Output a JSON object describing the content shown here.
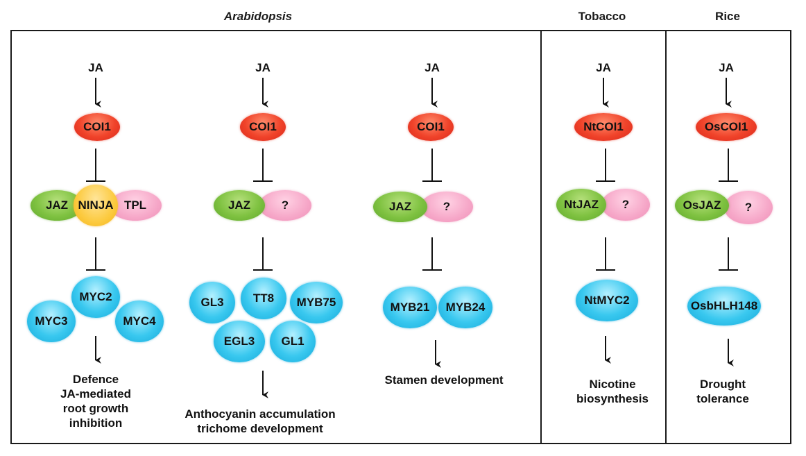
{
  "headers": {
    "arabidopsis": "Arabidopsis",
    "tobacco": "Tobacco",
    "rice": "Rice"
  },
  "columns": [
    {
      "ja": "JA",
      "receptor": "COI1",
      "repressor": [
        "JAZ",
        "NINJA",
        "TPL"
      ],
      "tfs": [
        "MYC2",
        "MYC3",
        "MYC4"
      ],
      "output": [
        "Defence",
        "JA-mediated",
        "root growth",
        "inhibition"
      ]
    },
    {
      "ja": "JA",
      "receptor": "COI1",
      "repressor": [
        "JAZ",
        "?"
      ],
      "tfs": [
        "GL3",
        "TT8",
        "MYB75",
        "EGL3",
        "GL1"
      ],
      "output": [
        "Anthocyanin accumulation",
        "trichome development"
      ]
    },
    {
      "ja": "JA",
      "receptor": "COI1",
      "repressor": [
        "JAZ",
        "?"
      ],
      "tfs": [
        "MYB21",
        "MYB24"
      ],
      "output": [
        "Stamen development"
      ]
    },
    {
      "ja": "JA",
      "receptor": "NtCOI1",
      "repressor": [
        "NtJAZ",
        "?"
      ],
      "tfs": [
        "NtMYC2"
      ],
      "output": [
        "Nicotine",
        "biosynthesis"
      ]
    },
    {
      "ja": "JA",
      "receptor": "OsCOI1",
      "repressor": [
        "OsJAZ",
        "?"
      ],
      "tfs": [
        "OsbHLH148"
      ],
      "output": [
        "Drought",
        "tolerance"
      ]
    }
  ],
  "colors": {
    "receptor": "#f0432a",
    "jaz": "#7fc241",
    "unknown": "#f6a7c8",
    "ninja": "#fcca3f",
    "tf": "#39c8ef"
  }
}
